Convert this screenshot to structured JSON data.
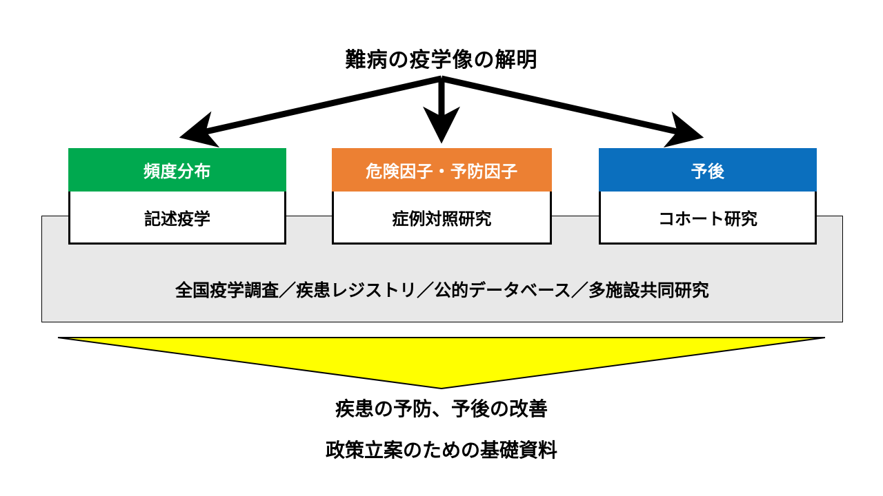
{
  "diagram": {
    "title": "難病の疫学像の解明",
    "columns": [
      {
        "id": "frequency",
        "header": "頻度分布",
        "header_color": "#00A94F",
        "body": "記述疫学"
      },
      {
        "id": "risk-factors",
        "header": "危険因子・予防因子",
        "header_color": "#EC8033",
        "body": "症例対照研究"
      },
      {
        "id": "prognosis",
        "header": "予後",
        "header_color": "#0B6FBE",
        "body": "コホート研究"
      }
    ],
    "foundation": {
      "text": "全国疫学調査／疾患レジストリ／公的データベース／多施設共同研究",
      "fill_color": "#E8E8E8"
    },
    "chevron": {
      "fill_color": "#FFFF00",
      "stroke_color": "#000000"
    },
    "outcomes": [
      "疾患の予防、予後の改善",
      "政策立案のための基礎資料"
    ],
    "arrows": {
      "color": "#000000",
      "count": 3,
      "labels": [
        "arrow-to-frequency",
        "arrow-to-risk-factors",
        "arrow-to-prognosis"
      ]
    }
  }
}
